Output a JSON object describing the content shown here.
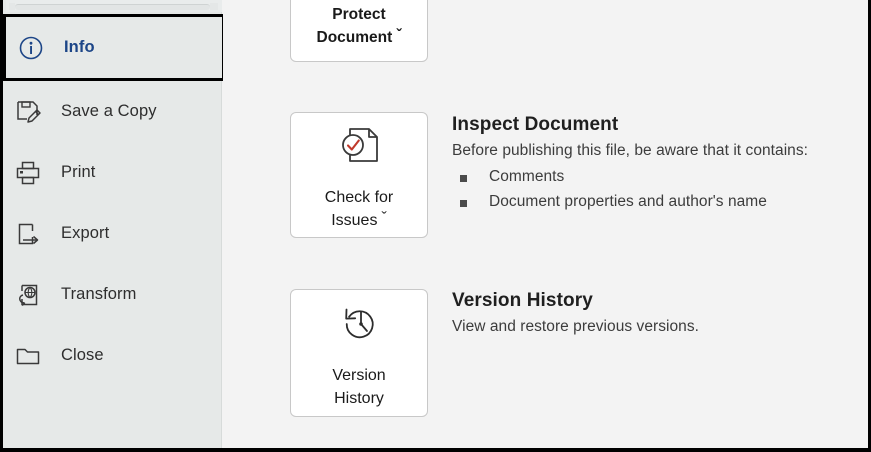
{
  "sidebar": {
    "items": [
      {
        "label": "Info",
        "icon": "info-circle-icon",
        "selected": true
      },
      {
        "label": "Save a Copy",
        "icon": "save-copy-icon",
        "selected": false
      },
      {
        "label": "Print",
        "icon": "printer-icon",
        "selected": false
      },
      {
        "label": "Export",
        "icon": "export-icon",
        "selected": false
      },
      {
        "label": "Transform",
        "icon": "transform-globe-icon",
        "selected": false
      },
      {
        "label": "Close",
        "icon": "folder-icon",
        "selected": false
      }
    ]
  },
  "main": {
    "protect": {
      "line1": "Protect",
      "line2": "Document",
      "chevron": "ˇ"
    },
    "check_issues": {
      "line1": "Check for",
      "line2": "Issues",
      "chevron": "ˇ",
      "icon": "document-check-icon"
    },
    "version_history_tile": {
      "line1": "Version",
      "line2": "History",
      "icon": "clock-back-icon"
    },
    "inspect_section": {
      "title": "Inspect Document",
      "description": "Before publishing this file, be aware that it contains:",
      "bullets": [
        "Comments",
        "Document properties and author's name"
      ]
    },
    "version_section": {
      "title": "Version History",
      "description": "View and restore previous versions."
    }
  },
  "colors": {
    "sidebar_bg": "#e6e9e8",
    "content_bg": "#f3f3f3",
    "selected_text": "#1c4587",
    "selected_border": "#000000",
    "tile_bg": "#ffffff",
    "tile_border": "#c8c8c8",
    "check_accent": "#c0392b"
  }
}
